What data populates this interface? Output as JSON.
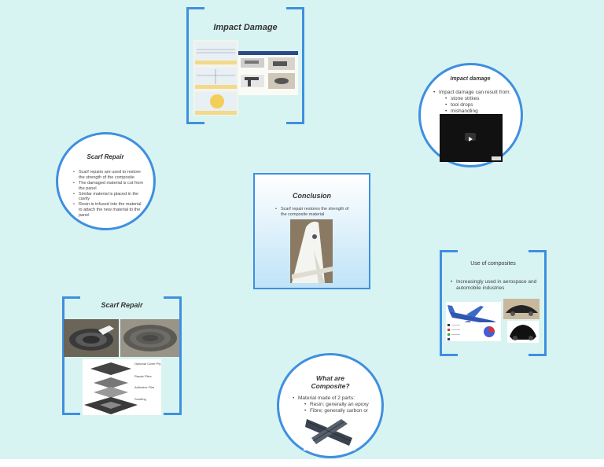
{
  "frames": {
    "impact_damage": {
      "title": "Impact Damage"
    },
    "impact_damage_video": {
      "title": "Impact damage",
      "bullet": "Impact damage can result from:",
      "sub": [
        "stone strikes",
        "tool drops",
        "mishandling"
      ]
    },
    "scarf_repair_circle": {
      "title": "Scarf Repair",
      "bullets": [
        "Scarf repairs are used to restore the strength of the composite",
        "The damaged material is cut from the panel",
        "Similar material is placed in the cavity",
        "Resin is infused into the material to attach the new material to the panel"
      ]
    },
    "conclusion": {
      "title": "Conclusion",
      "bullet": "Scarf repair restores the strength of the composite material"
    },
    "use_of_composites": {
      "title": "Use of composites",
      "bullet": "Increasingly used in aerospace and automobile industries"
    },
    "scarf_repair_bracket": {
      "title": "Scarf Repair",
      "diagram_labels": [
        "Optional Cover Ply",
        "Repair Plies",
        "Adhesive Film",
        "Scarfing"
      ]
    },
    "what_are_composite": {
      "title": "What are Composite?",
      "bullet": "Material made of 2 parts:",
      "sub": [
        "Resin: generally an epoxy",
        "Fibre; generally carbon or glass"
      ]
    }
  },
  "colors": {
    "accent": "#3f8fe0",
    "background": "#d8f4f2"
  }
}
